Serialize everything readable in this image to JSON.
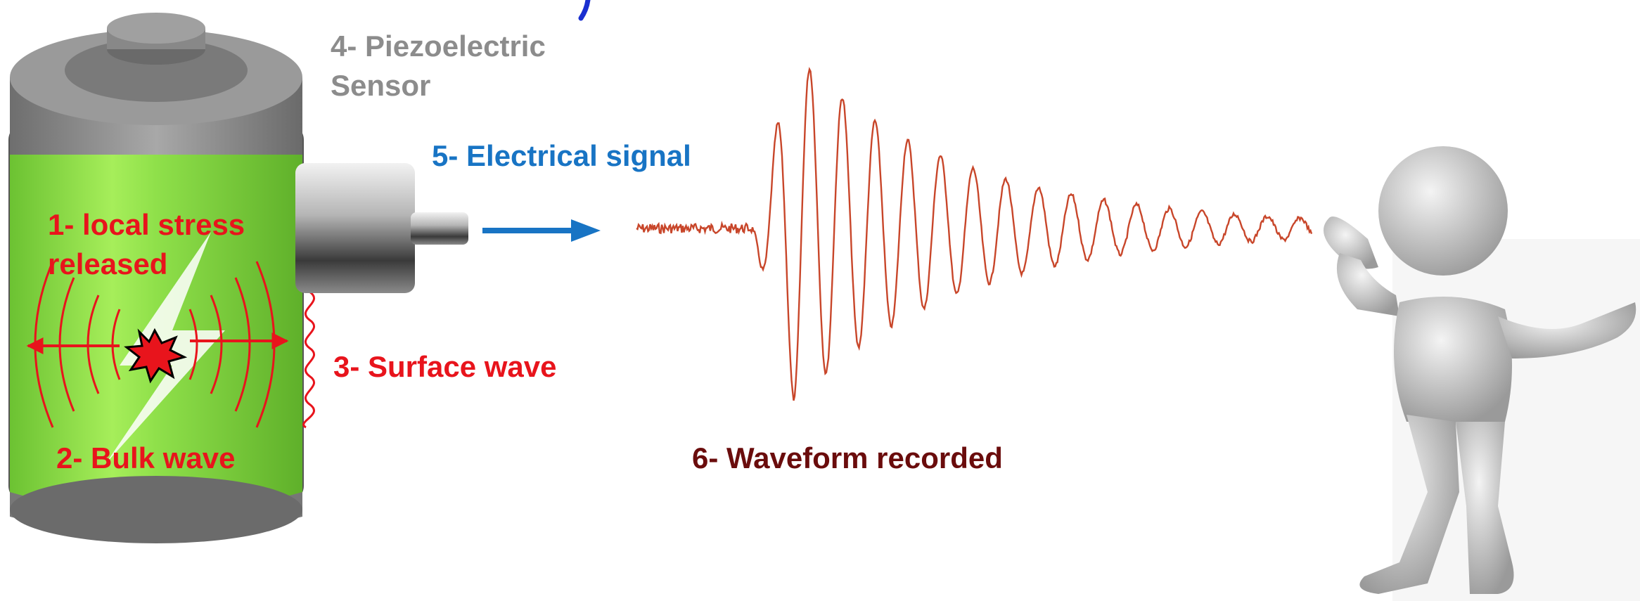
{
  "labels": {
    "stress": "1- local stress released",
    "stress_line1": "1- local stress",
    "stress_line2": "released",
    "bulk": "2- Bulk wave",
    "surface": "3- Surface wave",
    "sensor_line1": "4- Piezoelectric",
    "sensor_line2": "Sensor",
    "signal": "5- Electrical signal",
    "waveform": "6- Waveform recorded"
  },
  "colors": {
    "battery_green": "#8fe04a",
    "battery_grey": "#8a8a8a",
    "label_red": "#e8141c",
    "signal_blue": "#1874c4",
    "sensor_grey": "#8c8c8c",
    "waveform_line": "#c8462a",
    "waveform_label": "#6a0c0c"
  },
  "icons": [
    "battery-icon",
    "lightning-bolt-icon",
    "burst-icon",
    "piezo-sensor-icon",
    "arrow-right-icon",
    "listening-person-icon"
  ]
}
